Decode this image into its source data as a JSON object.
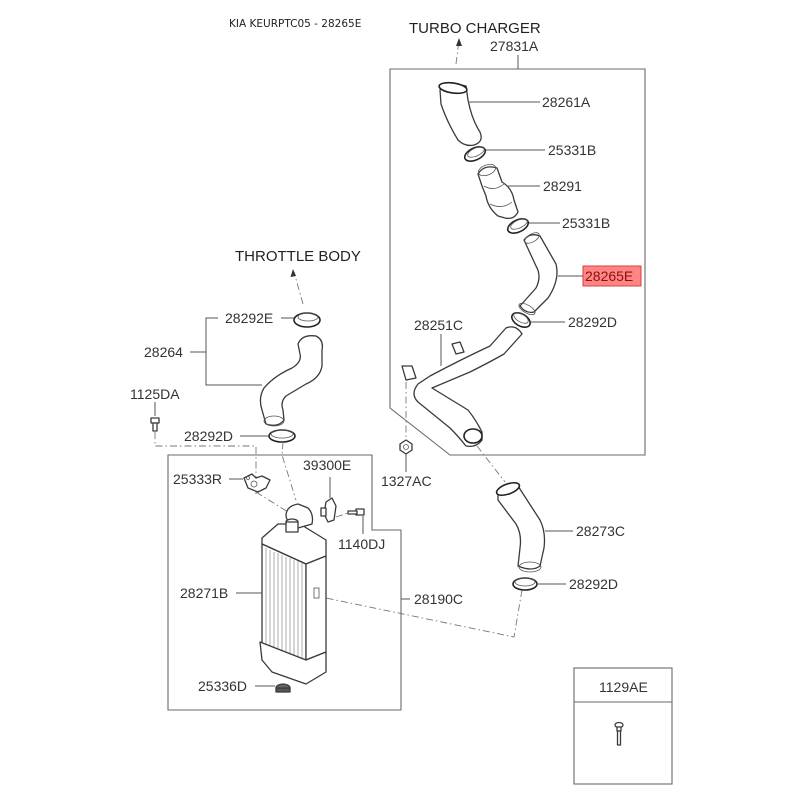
{
  "header": {
    "title": "KIA KEURPTC05 - 28265E"
  },
  "external_connections": {
    "turbo_charger": "TURBO CHARGER",
    "throttle_body": "THROTTLE BODY"
  },
  "highlight": {
    "part_number": "28265E",
    "color": "#ff6f6f"
  },
  "assemblies": {
    "upper_right_group": "27831A",
    "intercooler_group": "28190C",
    "throttle_hose_group": "28264"
  },
  "labels": {
    "p28261A": "28261A",
    "p25331B_upper": "25331B",
    "p28291": "28291",
    "p25331B_lower": "25331B",
    "p28265E": "28265E",
    "p28292D_right": "28292D",
    "p28251C": "28251C",
    "p1327AC": "1327AC",
    "p28273C": "28273C",
    "p28292D_lowright": "28292D",
    "p28292E": "28292E",
    "p28264": "28264",
    "p1125DA": "1125DA",
    "p28292D_left": "28292D",
    "p25333R": "25333R",
    "p39300E": "39300E",
    "p1140DJ": "1140DJ",
    "p28271B": "28271B",
    "p28190C": "28190C",
    "p25336D": "25336D"
  },
  "legend_box": {
    "part_number": "1129AE",
    "icon": "bolt-icon"
  }
}
